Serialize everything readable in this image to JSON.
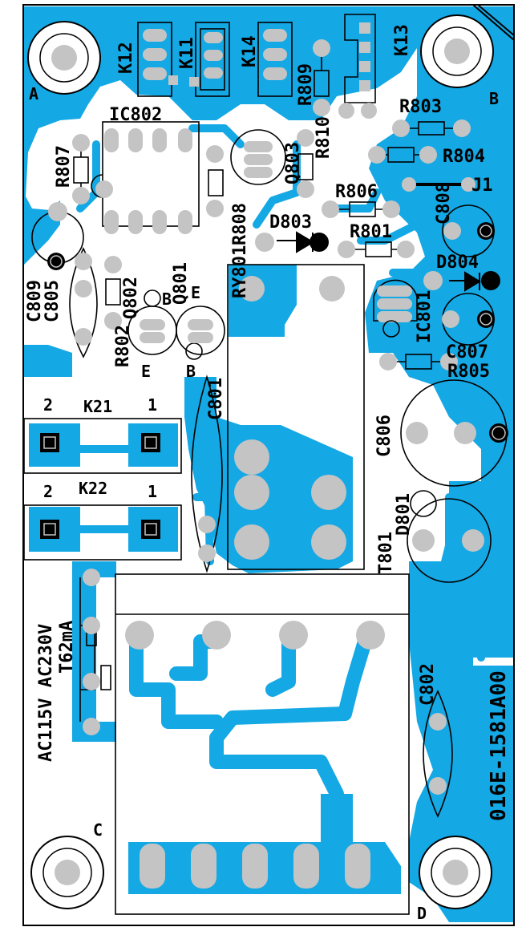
{
  "board": {
    "part_number": "016E-1581A00",
    "corner_labels": {
      "a": "A",
      "b": "B",
      "c": "C",
      "d": "D"
    },
    "rating_label_1": "AC115V AC230V",
    "rating_label_2": "T62mA"
  },
  "connectors": {
    "k21": {
      "name": "K21",
      "pin_left": "2",
      "pin_right": "1"
    },
    "k22": {
      "name": "K22",
      "pin_left": "2",
      "pin_right": "1"
    },
    "k11": "K11",
    "k12": "K12",
    "k13": "K13",
    "k14": "K14",
    "j1": "J1"
  },
  "components": {
    "ic802": "IC802",
    "ic801": "IC801",
    "r807": "R807",
    "r808": "R808",
    "r809": "R809",
    "r810": "R810",
    "r803": "R803",
    "r804": "R804",
    "r806": "R806",
    "r801": "R801",
    "r802": "R802",
    "r805": "R805",
    "q803": "Q803",
    "q802": "Q802",
    "q801": "Q801",
    "d803": "D803",
    "d804": "D804",
    "d801": "D801",
    "c809": "C809",
    "c805": "C805",
    "c808": "C808",
    "c807": "C807",
    "c806": "C806",
    "c801": "C801",
    "c802": "C802",
    "ry801": "RY801",
    "t801": "T801",
    "q802_e": "E",
    "q802_b": "B",
    "q801_e": "E",
    "q801_b": "B"
  }
}
